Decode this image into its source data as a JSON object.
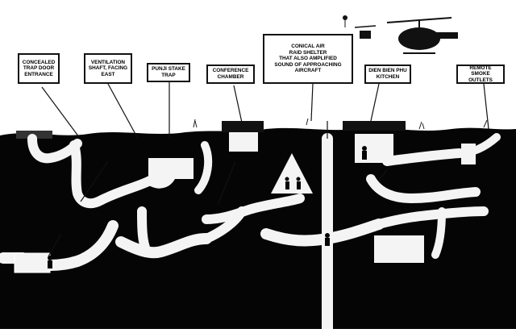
{
  "diagram": {
    "labels": {
      "concealed_trap_door": "CONCEALED\nTRAP DOOR\nENTRANCE",
      "ventilation_shaft": "VENTILATION\nSHAFT, FACING\nEAST",
      "punji_stake_trap": "PUNJI STAKE\nTRAP",
      "conference_chamber": "CONFERENCE\nCHAMBER",
      "raid_shelter": "CONICAL AIR\nRAID SHELTER\nTHAT ALSO AMPLIFIED\nSOUND OF APPROACHING\nAIRCRAFT",
      "dien_bien_phu_kitchen": "DIEN BIEN PHU\nKITCHEN",
      "remote_smoke_outlets": "REMOTE SMOKE\nOUTLETS"
    }
  }
}
